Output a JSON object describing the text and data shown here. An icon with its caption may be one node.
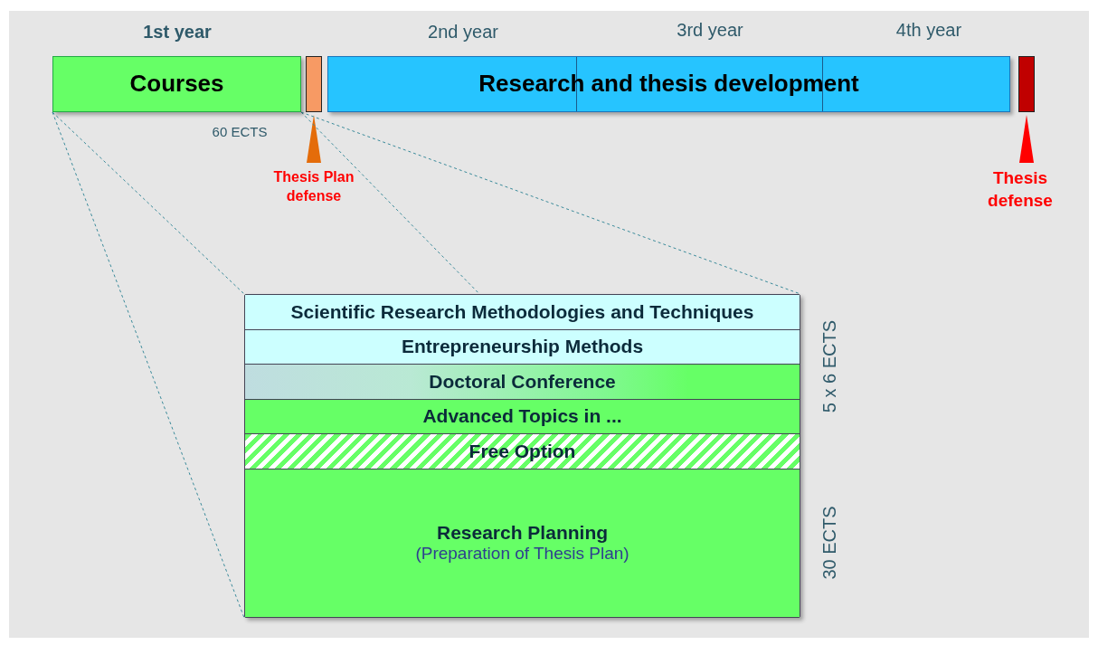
{
  "diagram": {
    "nodes": [
      {
        "text": [
          "Courses"
        ]
      },
      {
        "text": [],
        "shape": "bar"
      },
      {
        "text": [
          "Research and thesis development"
        ]
      },
      {
        "text": [],
        "shape": "bar"
      },
      {
        "text": [
          "Thesis Plan defense"
        ]
      },
      {
        "text": [
          "Thesis defense"
        ]
      },
      {
        "text": [],
        "shape": "box"
      },
      {
        "text": [
          "Scientific Research Methodologies and Techniques"
        ],
        "in": 6
      },
      {
        "text": [
          "Entrepreneurship Methods"
        ],
        "in": 6
      },
      {
        "text": [
          "Doctoral Conference"
        ],
        "in": 6
      },
      {
        "text": [
          "Advanced Topics in ..."
        ],
        "in": 6
      },
      {
        "text": [
          "Free Option"
        ],
        "in": 6
      },
      {
        "text": [
          "Research Planning",
          "(Preparation of Thesis Plan)"
        ],
        "in": 6
      }
    ],
    "edges": [
      {
        "from": 4,
        "to": 1,
        "arrow": "to",
        "color": "#e46c0a"
      },
      {
        "from": 5,
        "to": 3,
        "arrow": "to",
        "color": "#ff0000"
      },
      {
        "from": 0,
        "to": 6,
        "arrow": "none",
        "style": "dashed"
      },
      {
        "from": 0,
        "to": 6,
        "arrow": "none",
        "style": "dashed"
      },
      {
        "from": 0,
        "to": 6,
        "arrow": "none",
        "style": "dashed"
      },
      {
        "from": 0,
        "to": 6,
        "arrow": "none",
        "style": "dashed"
      }
    ],
    "labels": [
      "1st year",
      "2nd year",
      "3rd year",
      "4th year",
      "60 ECTS",
      "5 x 6 ECTS",
      "30 ECTS"
    ]
  }
}
